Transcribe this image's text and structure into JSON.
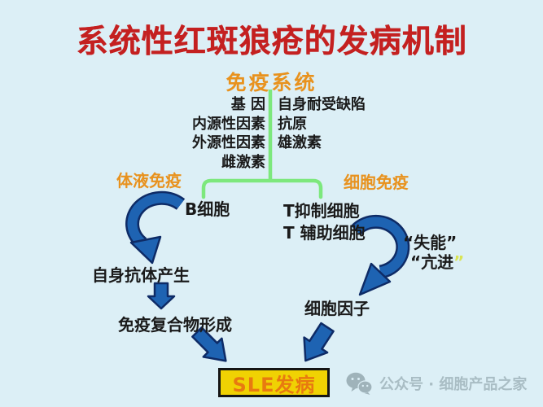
{
  "title": "系统性红斑狼疮的发病机制",
  "diagram": {
    "immune_system_label": "免疫系统",
    "left_factors": [
      "基 因",
      "内源性因素",
      "外源性因素",
      "雌激素"
    ],
    "right_factors": [
      "自身耐受缺陷",
      "抗原",
      "雄激素"
    ],
    "humoral_immunity_label": "体液免疫",
    "cellular_immunity_label": "细胞免疫",
    "b_cell_label": "B细胞",
    "t_suppressor_label": "T抑制细胞",
    "t_helper_label": "T 辅助细胞",
    "anergy_label": "“失能”",
    "hyperactive_label": "“亢进",
    "hyperactive_closing_quote": "”",
    "autoantibody_label": "自身抗体产生",
    "immune_complex_label": "免疫复合物形成",
    "cytokine_label": "细胞因子",
    "sle_onset_label": "SLE发病"
  },
  "watermark": {
    "icon": "wechat-icon",
    "text": "公众号 · 细胞产品之家"
  },
  "colors": {
    "background": "#DCEFF6",
    "title_red": "#C42020",
    "accent_orange": "#E8921E",
    "connector_green": "#7DE87D",
    "arrow_blue": "#1E63B2",
    "arrow_outline": "#0E2B66",
    "sle_box_yellow": "#F0D203",
    "sle_text_orange": "#E87A10",
    "watermark_gray": "#A9BDC4",
    "highlight_yellow_green": "#D9E455"
  }
}
